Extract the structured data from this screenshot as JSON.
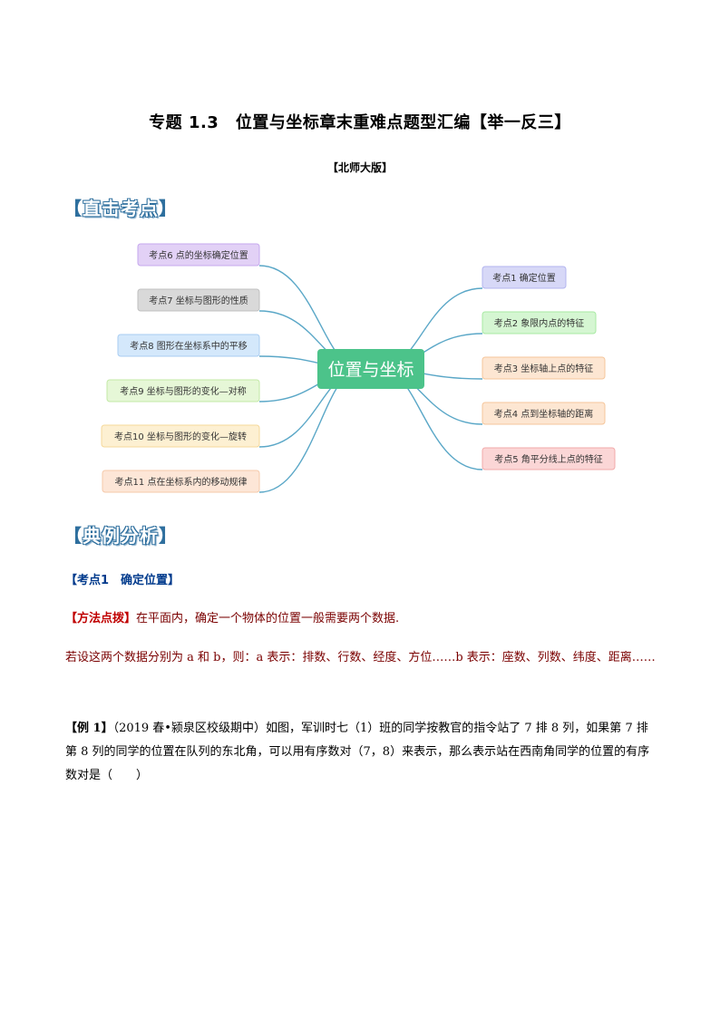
{
  "title": "专题 1.3　位置与坐标章末重难点题型汇编【举一反三】",
  "subtitle": "【北师大版】",
  "section1": {
    "open": "【",
    "label": "直击考点",
    "close": "】"
  },
  "mindmap": {
    "center": "位置与坐标",
    "left_nodes": [
      {
        "label": "考点6 点的坐标确定位置",
        "color": "#e2d1f6",
        "border": "#c6a8ee"
      },
      {
        "label": "考点7 坐标与图形的性质",
        "color": "#d9d9d9",
        "border": "#c0c0c0"
      },
      {
        "label": "考点8 图形在坐标系中的平移",
        "color": "#d4e8fb",
        "border": "#a9cdf2"
      },
      {
        "label": "考点9 坐标与图形的变化—对称",
        "color": "#e6f7d7",
        "border": "#c3e9a6"
      },
      {
        "label": "考点10 坐标与图形的变化—旋转",
        "color": "#fdf0d2",
        "border": "#f5d89a"
      },
      {
        "label": "考点11 点在坐标系内的移动规律",
        "color": "#fde6d7",
        "border": "#f5c9aa"
      }
    ],
    "right_nodes": [
      {
        "label": "考点1 确定位置",
        "color": "#d7d8f7",
        "border": "#b3b5ef"
      },
      {
        "label": "考点2 象限内点的特征",
        "color": "#d5f6d2",
        "border": "#a8eaa3"
      },
      {
        "label": "考点3 坐标轴上点的特征",
        "color": "#fde6d2",
        "border": "#f5c69b"
      },
      {
        "label": "考点4 点到坐标轴的距离",
        "color": "#fde6d2",
        "border": "#f5c69b"
      },
      {
        "label": "考点5 角平分线上点的特征",
        "color": "#fbd6d6",
        "border": "#f2aaaa"
      }
    ],
    "center_color": "#4cc38a",
    "line_color": "#5aa7c7"
  },
  "section2": {
    "open": "【",
    "label": "典例分析",
    "close": "】"
  },
  "kaodian1": "【考点1　确定位置】",
  "method": {
    "tag": "【方法点拨】",
    "text": "在平面内，确定一个物体的位置一般需要两个数据.",
    "text2": "若设这两个数据分别为 a 和 b，则：a 表示：排数、行数、经度、方位……b 表示：座数、列数、纬度、距离……"
  },
  "example": {
    "tag": "【例 1】",
    "text": "（2019 春•颍泉区校级期中）如图，军训时七（1）班的同学按教官的指令站了 7 排 8 列，如果第 7 排第 8 列的同学的位置在队列的东北角，可以用有序数对（7，8）来表示，那么表示站在西南角同学的位置的有序数对是（　　）"
  }
}
